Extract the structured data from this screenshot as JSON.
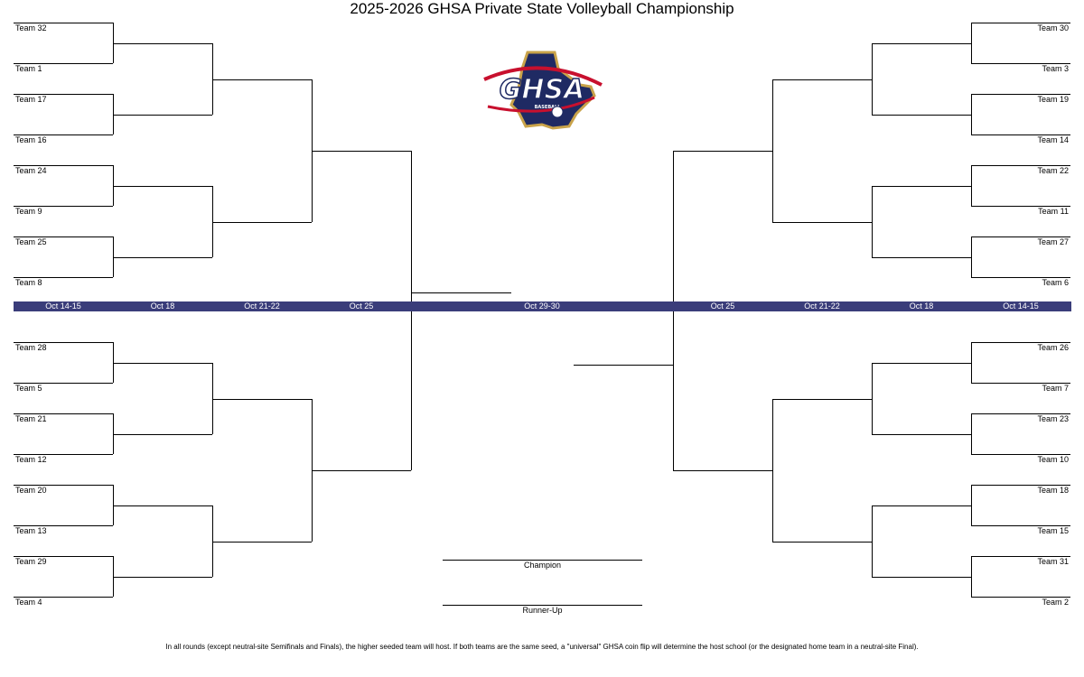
{
  "title": "2025-2026 GHSA Private State Volleyball Championship",
  "logo": {
    "main_text": "GHSA",
    "sub_text": "BASEBALL"
  },
  "teams": {
    "top_left": [
      "Team 32",
      "Team 1",
      "Team 17",
      "Team 16",
      "Team 24",
      "Team 9",
      "Team 25",
      "Team 8"
    ],
    "bottom_left": [
      "Team 28",
      "Team 5",
      "Team 21",
      "Team 12",
      "Team 20",
      "Team 13",
      "Team 29",
      "Team 4"
    ],
    "top_right": [
      "Team 30",
      "Team 3",
      "Team 19",
      "Team 14",
      "Team 22",
      "Team 11",
      "Team 27",
      "Team 6"
    ],
    "bottom_right": [
      "Team 26",
      "Team 7",
      "Team 23",
      "Team 10",
      "Team 18",
      "Team 15",
      "Team 31",
      "Team 2"
    ]
  },
  "dates": [
    "Oct 14-15",
    "Oct 18",
    "Oct 21-22",
    "Oct 25",
    "Oct 29-30",
    "Oct 25",
    "Oct 21-22",
    "Oct 18",
    "Oct 14-15"
  ],
  "champion_label": "Champion",
  "runner_up_label": "Runner-Up",
  "footnote": "In all rounds (except neutral-site Semifinals and Finals), the higher seeded team will host. If both teams are the same seed, a \"universal\" GHSA coin flip will determine the host school (or the designated home team in a neutral-site Final).",
  "colors": {
    "date_bar": "#3a3d7a",
    "logo_navy": "#1f2a63",
    "logo_gold": "#c9a34a",
    "logo_red": "#c8102e"
  }
}
